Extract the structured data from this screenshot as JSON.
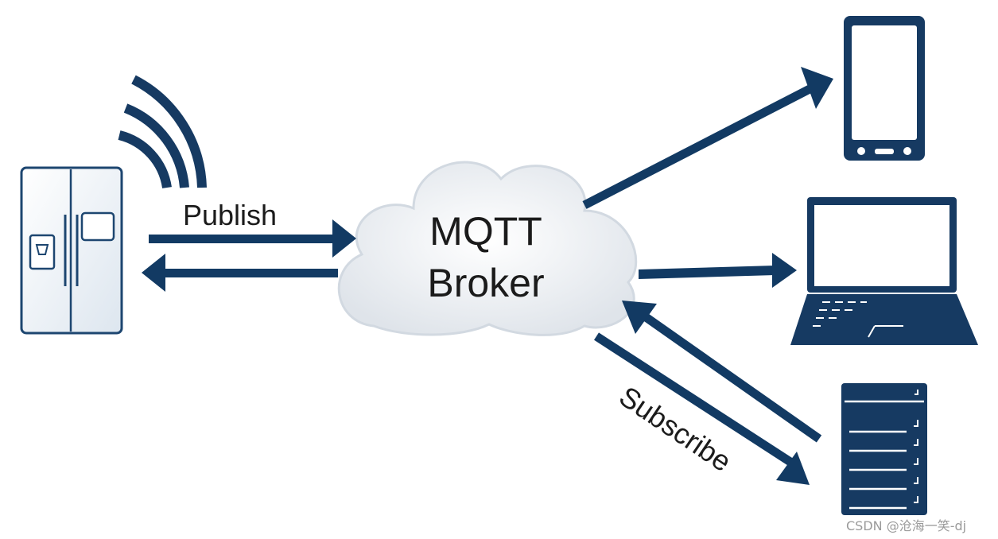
{
  "diagram": {
    "broker_label_line1": "MQTT",
    "broker_label_line2": "Broker",
    "publish_label": "Publish",
    "subscribe_label": "Subscribe"
  },
  "nodes": [
    {
      "id": "refrigerator",
      "icon": "refrigerator-icon"
    },
    {
      "id": "smartphone",
      "icon": "smartphone-icon"
    },
    {
      "id": "laptop",
      "icon": "laptop-icon"
    },
    {
      "id": "server",
      "icon": "server-rack-icon"
    }
  ],
  "colors": {
    "arrow": "#123a63",
    "device_fill": "#163a62",
    "cloud_fill": "#eef1f4",
    "cloud_stroke": "#d5dbe2",
    "fridge_fill": "#eef3f8",
    "fridge_stroke": "#1d4670"
  },
  "watermark": "CSDN @沧海一笑-dj"
}
